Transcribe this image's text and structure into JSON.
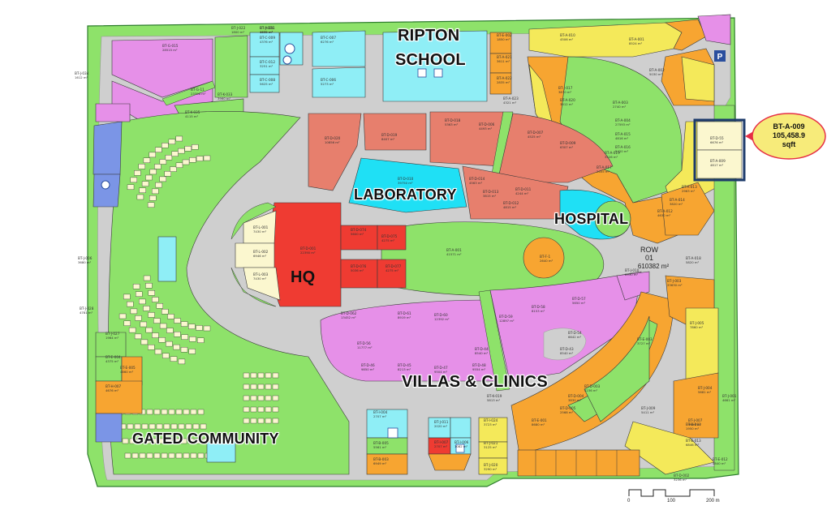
{
  "labels": {
    "school": [
      "RIPTON",
      "SCHOOL"
    ],
    "laboratory": "LABORATORY",
    "hospital": "HOSPITAL",
    "hq": "HQ",
    "villas": "VILLAS & CLINICS",
    "gated": "GATED COMMUNITY"
  },
  "row": {
    "title": "ROW",
    "number": "01",
    "area": "610382 m²"
  },
  "callout": {
    "plot": "BT-A-009",
    "area": "105,458.9",
    "unit": "sqft"
  },
  "scale": {
    "ticks": [
      "0",
      "100",
      "200 m"
    ]
  },
  "plots": [
    {
      "id": "BT-J-026",
      "area": "1605 m²"
    },
    {
      "id": "BT-J-022",
      "area": "1800 m²"
    },
    {
      "id": "BT-J-034",
      "area": "1612 m²"
    },
    {
      "id": "BT-G-015",
      "area": "28515 m²"
    },
    {
      "id": "BT-G-11",
      "area": "23396 m²"
    },
    {
      "id": "BT-C-009",
      "area": "4376 m²"
    },
    {
      "id": "BT-C-012",
      "area": "3251 m²"
    },
    {
      "id": "BT-C-008",
      "area": "5625 m²"
    },
    {
      "id": "BT-C-007",
      "area": "6276 m²"
    },
    {
      "id": "BT-C-006",
      "area": "5273 m²"
    },
    {
      "id": "BT-K-033",
      "area": "3960 m²"
    },
    {
      "id": "BT-K-035",
      "area": "4115 m²"
    },
    {
      "id": "BT-D-020",
      "area": "10856 m²"
    },
    {
      "id": "BT-D-019",
      "area": "8407 m²"
    },
    {
      "id": "BT-D-018",
      "area": "5363 m²"
    },
    {
      "id": "BT-D-006",
      "area": "4493 m²"
    },
    {
      "id": "BT-D-007",
      "area": "4525 m²"
    },
    {
      "id": "BT-D-009",
      "area": "6307 m²"
    },
    {
      "id": "BT-D-010",
      "area": "39750 m²"
    },
    {
      "id": "BT-D-014",
      "area": "4563 m²"
    },
    {
      "id": "BT-D-013",
      "area": "3815 m²"
    },
    {
      "id": "BT-D-011",
      "area": "4244 m²"
    },
    {
      "id": "BT-D-012",
      "area": "4815 m²"
    },
    {
      "id": "BT-D-001",
      "area": "22390 m²"
    },
    {
      "id": "BT-D-074",
      "area": "5600 m²"
    },
    {
      "id": "BT-D-075",
      "area": "4275 m²"
    },
    {
      "id": "BT-D-076",
      "area": "5036 m²"
    },
    {
      "id": "BT-D-077",
      "area": "4275 m²"
    },
    {
      "id": "BT-A-001",
      "area": "41571 m²"
    },
    {
      "id": "BT-F-1",
      "area": "2640 m²"
    },
    {
      "id": "BT-L-001",
      "area": "7430 m²"
    },
    {
      "id": "BT-L-002",
      "area": "6946 m²"
    },
    {
      "id": "BT-L-003",
      "area": "7430 m²"
    },
    {
      "id": "BT-D-062",
      "area": "13452 m²"
    },
    {
      "id": "BT-D-61",
      "area": "8919 m²"
    },
    {
      "id": "BT-D-60",
      "area": "12392 m²"
    },
    {
      "id": "BT-D-59",
      "area": "12897 m²"
    },
    {
      "id": "BT-D-58",
      "area": "8153 m²"
    },
    {
      "id": "BT-D-57",
      "area": "5650 m²"
    },
    {
      "id": "BT-D-56",
      "area": "11777 m²"
    },
    {
      "id": "BT-D-46",
      "area": "9850 m²"
    },
    {
      "id": "BT-D-45",
      "area": "8213 m²"
    },
    {
      "id": "BT-D-47",
      "area": "9504 m²"
    },
    {
      "id": "BT-D-48",
      "area": "9554 m²"
    },
    {
      "id": "BT-D-44",
      "area": "8540 m²"
    },
    {
      "id": "BT-D-43",
      "area": "8540 m²"
    },
    {
      "id": "BT-D-54",
      "area": "6642 m²"
    },
    {
      "id": "BT-D-55",
      "area": "6676 m²"
    },
    {
      "id": "BT-A-009",
      "area": "4817 m²"
    },
    {
      "id": "BT-A-010",
      "area": "4506 m²"
    },
    {
      "id": "BT-A-001",
      "area": "8524 m²"
    },
    {
      "id": "BT-A-002",
      "area": "5030 m²"
    },
    {
      "id": "BT-A-003",
      "area": "2740 m²"
    },
    {
      "id": "BT-A-004",
      "area": "27593 m²"
    },
    {
      "id": "BT-A-015",
      "area": "4816 m²"
    },
    {
      "id": "BT-A-016",
      "area": "5420 m²"
    },
    {
      "id": "BT-A-017",
      "area": "2655 m²"
    },
    {
      "id": "BT-A-013",
      "area": "2963 m²"
    },
    {
      "id": "BT-A-018",
      "area": "5820 m²"
    },
    {
      "id": "BT-J-010",
      "area": "8930 m²"
    },
    {
      "id": "BT-J-009",
      "area": "5411 m²"
    },
    {
      "id": "BT-J-003",
      "area": "33630 m²"
    },
    {
      "id": "BT-E-003",
      "area": "3727 m²"
    },
    {
      "id": "BT-J-005",
      "area": "7860 m²"
    },
    {
      "id": "BT-E-001",
      "area": "8680 m²"
    },
    {
      "id": "BT-D-005",
      "area": "2568 m²"
    },
    {
      "id": "BT-D-004",
      "area": "3830 m²"
    },
    {
      "id": "BT-D-003",
      "area": "3236 m²"
    },
    {
      "id": "BT-D-002",
      "area": "3236 m²"
    },
    {
      "id": "BT-J-007",
      "area": "9594 m²"
    },
    {
      "id": "BT-J-006",
      "area": "3680 m²"
    },
    {
      "id": "BT-J-028",
      "area": "4781 m²"
    },
    {
      "id": "BT-J-027",
      "area": "1964 m²"
    },
    {
      "id": "BT-E-004",
      "area": "4375 m²"
    },
    {
      "id": "BT-E-005",
      "area": "4860 m²"
    },
    {
      "id": "BT-H-007",
      "area": "4676 m²"
    },
    {
      "id": "BT-K-019",
      "area": "5813 m²"
    },
    {
      "id": "BT-I-024",
      "area": "3723 m²"
    },
    {
      "id": "BT-J-021",
      "area": "3125 m²"
    },
    {
      "id": "BT-J-020",
      "area": "3290 m²"
    },
    {
      "id": "BT-J-011",
      "area": "2020 m²"
    },
    {
      "id": "BT-I-007",
      "area": "2707 m²"
    },
    {
      "id": "BT-I-006",
      "area": "1082 m²"
    },
    {
      "id": "BT-I-004",
      "area": "2707 m²"
    },
    {
      "id": "BT-B-005",
      "area": "5561 m²"
    },
    {
      "id": "BT-B-003",
      "area": "6949 m²"
    },
    {
      "id": "BT-B-001",
      "area": "1950 m²"
    },
    {
      "id": "BT-J-004",
      "area": "5681 m²"
    },
    {
      "id": "BT-E-013",
      "area": "6846 m²"
    },
    {
      "id": "BT-E-012",
      "area": "4840 m²"
    },
    {
      "id": "BT-J-001",
      "area": "4661 m²"
    },
    {
      "id": "BT-E-002",
      "area": "1850 m²"
    },
    {
      "id": "BT-A-021",
      "area": "3611 m²"
    },
    {
      "id": "BT-A-022",
      "area": "2835 m²"
    },
    {
      "id": "BT-A-023",
      "area": "4321 m²"
    },
    {
      "id": "BT-J-017",
      "area": "3870 m²"
    },
    {
      "id": "BT-A-020",
      "area": "3612 m²"
    },
    {
      "id": "BT-A-019",
      "area": "3526 m²"
    },
    {
      "id": "BT-A-014",
      "area": "3820 m²"
    },
    {
      "id": "BT-A-012",
      "area": "4630 m²"
    },
    {
      "id": "BT-A-011",
      "area": "4970 m²"
    }
  ],
  "colors": {
    "road": "#cfcfcf",
    "green": "#8ee26a",
    "pink": "#e690e8",
    "salmon": "#e77f6d",
    "cyan": "#8feef6",
    "red": "#ef3b32",
    "orange": "#f7a531",
    "yellow": "#f4e95a",
    "blue": "#7b95e6",
    "cream": "#fbf7cf",
    "callout_fill": "#f7eb7a",
    "callout_border": "#e62f45",
    "highlight": "#1d3b6b"
  }
}
